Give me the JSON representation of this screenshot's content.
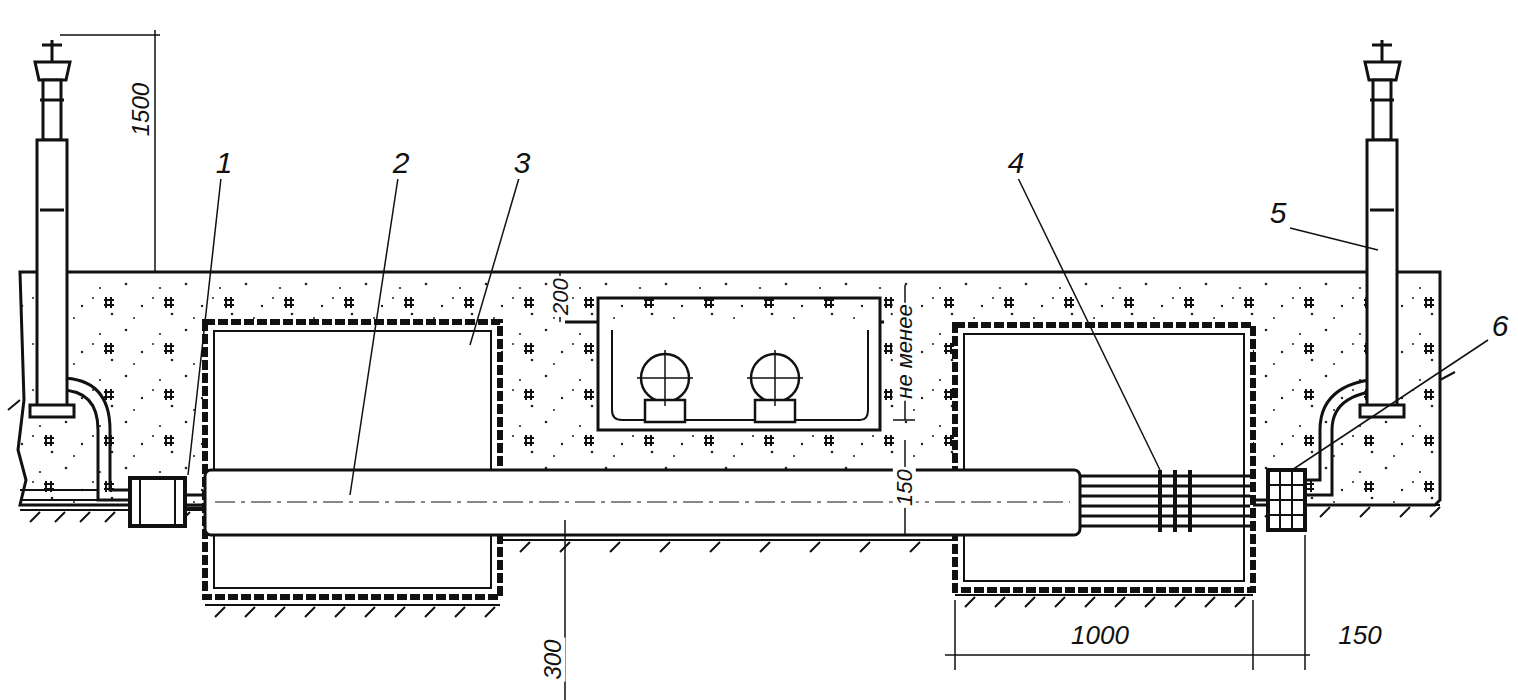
{
  "diagram": {
    "labels": [
      "1500",
      "1",
      "2",
      "3",
      "200",
      "не менее",
      "4",
      "5",
      "6",
      "150",
      "300",
      "1000",
      "150"
    ]
  }
}
